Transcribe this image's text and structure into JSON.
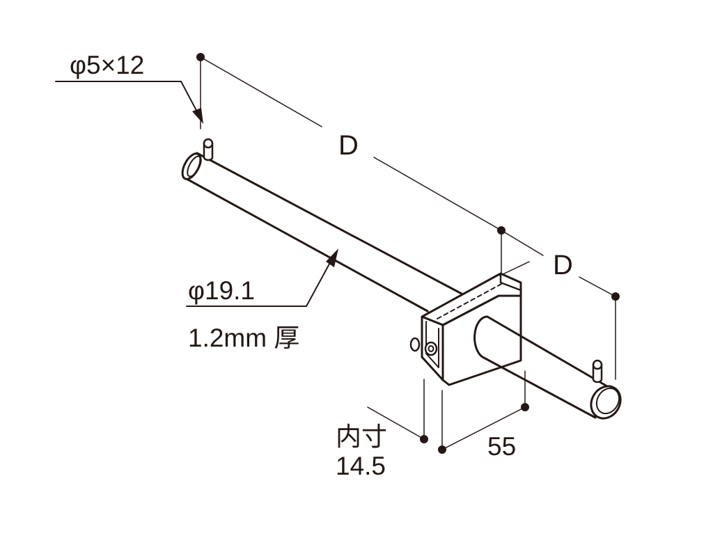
{
  "diagram": {
    "pin_spec": "φ5×12",
    "length_top": "D",
    "length_right": "D",
    "pipe_diameter": "φ19.1",
    "wall_thickness": "1.2mm 厚",
    "inner_label": "内寸",
    "inner_value": "14.5",
    "bracket_depth": "55"
  },
  "colors": {
    "line": "#231815",
    "background": "#ffffff"
  }
}
